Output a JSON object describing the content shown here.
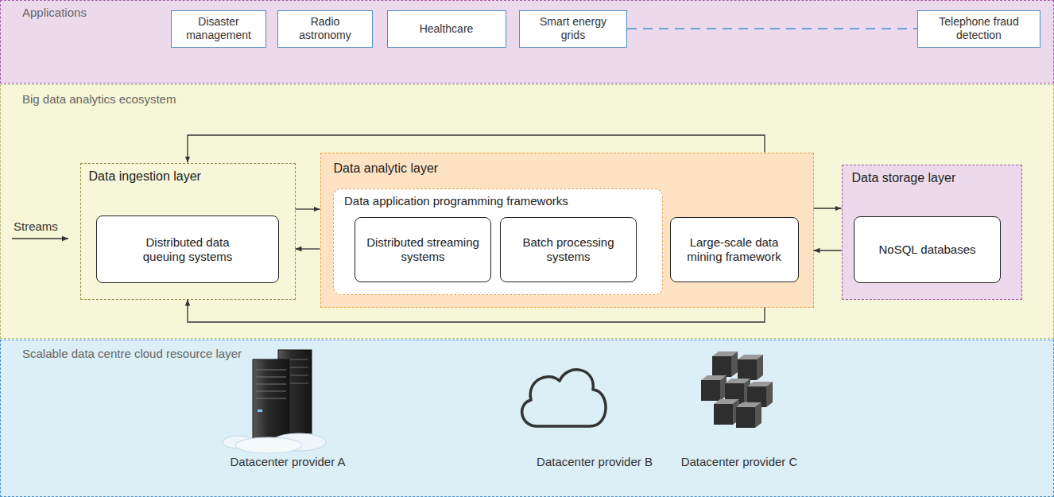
{
  "diagram": {
    "nodes": [
      {
        "text": [
          "Applications"
        ]
      },
      {
        "text": [
          "Disaster management"
        ],
        "in": 0
      },
      {
        "text": [
          "Radio astronomy"
        ],
        "in": 0
      },
      {
        "text": [
          "Healthcare"
        ],
        "in": 0
      },
      {
        "text": [
          "Smart energy grids"
        ],
        "in": 0
      },
      {
        "text": [
          "Telephone fraud detection"
        ],
        "in": 0
      },
      {
        "text": [
          "Big data analytics ecosystem"
        ]
      },
      {
        "text": [
          "Data ingestion layer"
        ],
        "in": 6
      },
      {
        "text": [
          "Distributed data queuing systems"
        ],
        "in": 7
      },
      {
        "text": [
          "Data analytic layer"
        ],
        "in": 6
      },
      {
        "text": [
          "Data application programming frameworks"
        ],
        "in": 9
      },
      {
        "text": [
          "Distributed streaming systems"
        ],
        "in": 10
      },
      {
        "text": [
          "Batch processing systems"
        ],
        "in": 10
      },
      {
        "text": [
          "Large-scale data mining framework"
        ],
        "in": 9
      },
      {
        "text": [
          "Data storage layer"
        ],
        "in": 6
      },
      {
        "text": [
          "NoSQL databases"
        ],
        "in": 14
      },
      {
        "text": [
          "Scalable data centre cloud resource layer"
        ]
      }
    ],
    "edges": [
      {
        "from": 4,
        "to": 5,
        "arrow": "none"
      },
      {
        "from": 7,
        "to": 9,
        "arrow": "to"
      },
      {
        "from": 9,
        "to": 7,
        "arrow": "to"
      },
      {
        "from": 9,
        "to": 14,
        "arrow": "to"
      },
      {
        "from": 14,
        "to": 9,
        "arrow": "to"
      },
      {
        "from": 9,
        "to": 7,
        "arrow": "to"
      },
      {
        "from": 9,
        "to": 7,
        "arrow": "to"
      }
    ],
    "labels": [
      "Streams",
      "Datacenter provider A",
      "Datacenter provider B",
      "Datacenter provider C"
    ]
  }
}
